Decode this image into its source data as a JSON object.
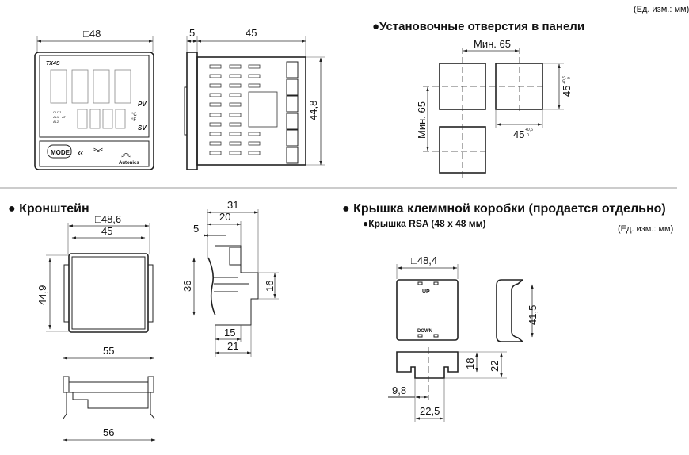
{
  "units_note": "(Ед. изм.: мм)",
  "controller": {
    "width_dim": "□48",
    "bezel_dim": "5",
    "depth_dim": "45",
    "height_dim": "44,8",
    "model": "TX4S",
    "pv": "PV",
    "sv": "SV",
    "mode_button": "MODE",
    "brand": "Autonics",
    "indicators": [
      "OUT1",
      "AL1",
      "AT",
      "AL2"
    ],
    "unit_c": "°C",
    "unit_f": "°F"
  },
  "panel_cutout": {
    "title": "●Установочные отверстия в панели",
    "min_h": "Мин. 65",
    "min_v": "Мин. 65",
    "hole_v": "45",
    "hole_h": "45",
    "tol_plus": "+0,6",
    "tol_minus": "0"
  },
  "bracket": {
    "title": "● Кронштейн",
    "outer": "□48,6",
    "inner": "45",
    "height": "44,9",
    "bottom_top": "55",
    "bottom_bot": "56",
    "side": {
      "d31": "31",
      "d20": "20",
      "d5": "5",
      "d36": "36",
      "d16": "16",
      "d15": "15",
      "d21": "21"
    }
  },
  "cover": {
    "title": "● Крышка клеммной коробки (продается отдельно)",
    "subtitle": "●Крышка RSA (48 х 48 мм)",
    "size": "□48,4",
    "up": "UP",
    "down": "DOWN",
    "side_h": "41,5",
    "h18": "18",
    "h22": "22",
    "w98": "9,8",
    "w225": "22,5"
  }
}
